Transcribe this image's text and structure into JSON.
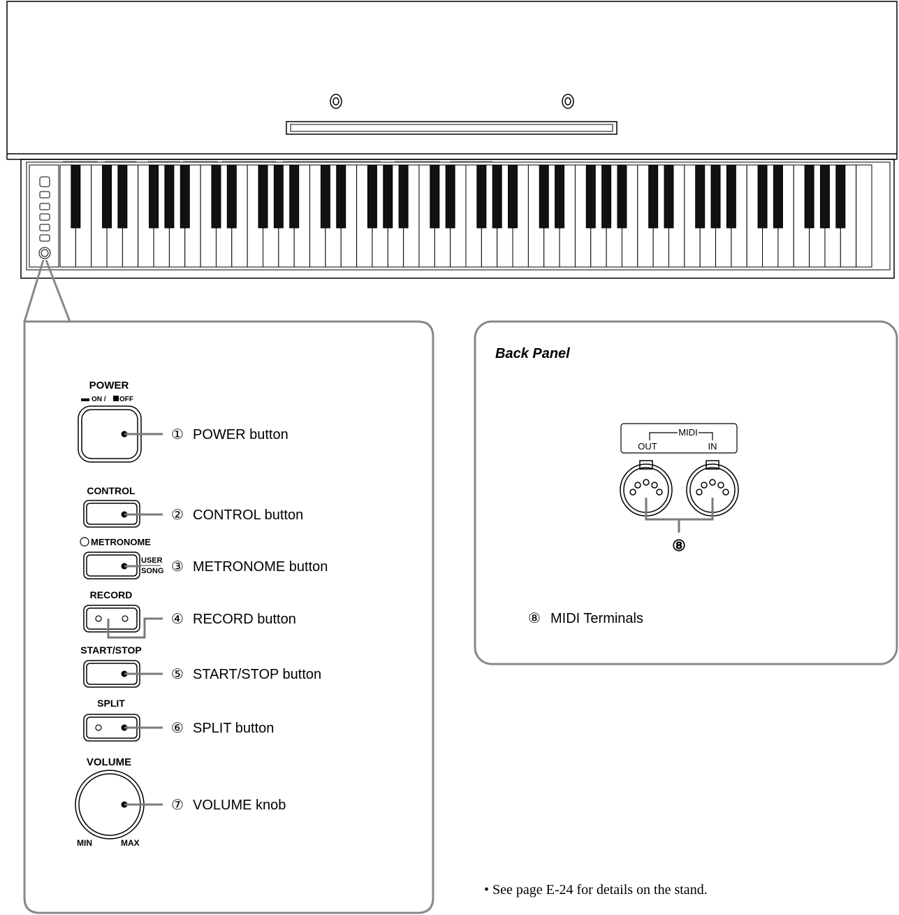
{
  "control_panel": {
    "power": {
      "heading": "POWER",
      "subheading_on": "ON /",
      "subheading_off": "OFF",
      "callout_number": "①",
      "callout_text": "POWER button"
    },
    "control": {
      "heading": "CONTROL",
      "callout_number": "②",
      "callout_text": "CONTROL button"
    },
    "metronome": {
      "heading": "METRONOME",
      "side_label_top": "USER",
      "side_label_bottom": "SONG",
      "callout_number": "③",
      "callout_text": "METRONOME button"
    },
    "record": {
      "heading": "RECORD",
      "callout_number": "④",
      "callout_text": "RECORD button"
    },
    "start_stop": {
      "heading": "START/STOP",
      "callout_number": "⑤",
      "callout_text": "START/STOP button"
    },
    "split": {
      "heading": "SPLIT",
      "callout_number": "⑥",
      "callout_text": "SPLIT button"
    },
    "volume": {
      "heading": "VOLUME",
      "min_label": "MIN",
      "max_label": "MAX",
      "callout_number": "⑦",
      "callout_text": "VOLUME knob"
    }
  },
  "back_panel": {
    "title": "Back Panel",
    "midi_label": "MIDI",
    "out_label": "OUT",
    "in_label": "IN",
    "callout_number": "⑧",
    "caption_number": "⑧",
    "caption_text": "MIDI Terminals"
  },
  "footnote": "• See page E-24 for details on the stand.",
  "colors": {
    "line": "#000000",
    "callout_gray": "#7a7a7a",
    "frame_gray": "#888888"
  }
}
